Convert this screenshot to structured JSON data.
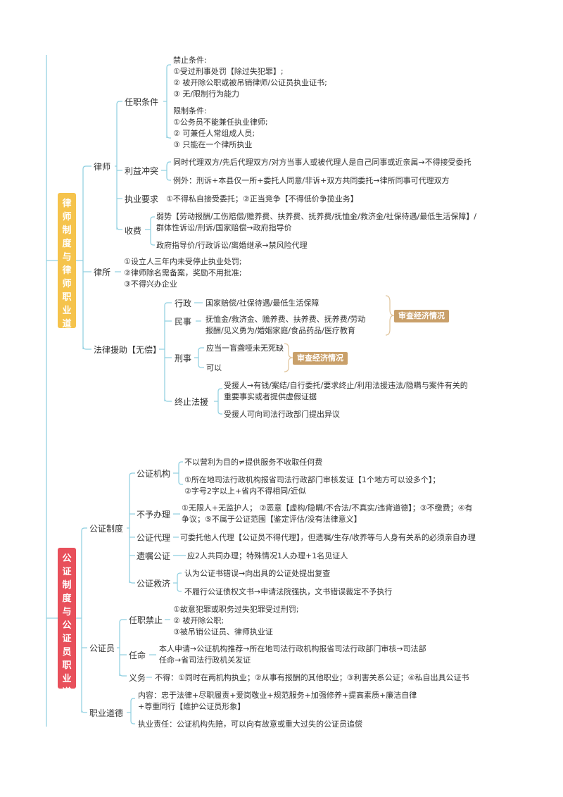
{
  "colors": {
    "line": "#8ecfe0",
    "section1_bg": "#f5c34c",
    "section2_bg": "#e8505b",
    "tag_bg": "#c9a06a",
    "brace": "#e0c39a"
  },
  "section1": {
    "title": "律师制度与律师职业道德",
    "lawyer": {
      "label": "律师",
      "qualification": {
        "label": "任职条件",
        "prohibit_title": "禁止条件:",
        "prohibit": [
          "①受过刑事处罚【除过失犯罪】;",
          "② 被开除公职或被吊销律师/公证员执业证书;",
          "③ 无/限制行为能力"
        ],
        "limit_title": "限制条件:",
        "limit": [
          "①公务员不能兼任执业律师;",
          "② 可兼任人常组成人员;",
          "③ 只能在一个律所执业"
        ]
      },
      "conflict": {
        "label": "利益冲突",
        "items": [
          "同时代理双方/先后代理双方/对方当事人或被代理人是自己同事或近亲属→不得接受委托",
          "例外：刑诉+本县仅一所+委托人同意/非诉+双方共同委托→律所同事可代理双方"
        ]
      },
      "practice": {
        "label": "执业要求",
        "text": "①不得私自接受委托；②正当竞争【不得低价争揽业务】"
      },
      "fee": {
        "label": "收费",
        "items": [
          "弱势【劳动报酬/工伤赔偿/赡养费、扶养费、抚养费/抚恤金/救济金/社保待遇/最低生活保障】/",
          "群体性诉讼/刑诉/国家赔偿→政府指导价",
          "政府指导价/行政诉讼/离婚继承→禁风险代理"
        ]
      }
    },
    "firm": {
      "label": "律所",
      "items": [
        "①设立人三年内未受停止执业处罚;",
        "②律师除名需备案，奖励不用批准;",
        "③不得兴办企业"
      ]
    },
    "aid": {
      "label": "法律援助【无偿】",
      "admin": {
        "label": "行政",
        "text": "国家赔偿/社保待遇/最低生活保障"
      },
      "civil": {
        "label": "民事",
        "lines": [
          "抚恤金/救济金、赡养费、扶养费、抚养费/劳动",
          "报酬/见义勇为/婚姻家庭/食品药品/医疗教育"
        ]
      },
      "tag1": "审查经济情况",
      "criminal": {
        "label": "刑事",
        "items": [
          "应当一盲聋哑未无死缺",
          "可以"
        ]
      },
      "tag2": "审查经济情况",
      "terminate": {
        "label": "终止法援",
        "lines": [
          "受援人→有钱/案结/自行委托/要求终止/利用法援违法/隐瞒与案件有关的",
          "重要事实或者提供虚假证据"
        ],
        "appeal": "受援人可向司法行政部门提出异议"
      }
    }
  },
  "section2": {
    "title": "公证制度与公证员职业道德",
    "system": {
      "label": "公证制度",
      "agency": {
        "label": "公证机构",
        "items": [
          "不以营利为目的≠提供服务不收取任何费",
          "①所在地司法行政机构报省司法行政部门审核发证【1个地方可以设多个】；",
          "②字号2字以上+省内不得相同/近似"
        ]
      },
      "refuse": {
        "label": "不予办理",
        "lines": [
          "①无限人+无监护人； ②恶意【虚构/隐瞒/不合法/不真实/违背道德】；③不缴费；④有",
          "争议；⑤不属于公证范围【鉴定评估/没有法律意义】"
        ]
      },
      "agent": {
        "label": "公证代理",
        "text": "可委托他人代理【公证员不得代理】，但遗嘱/生存/收养等与人身有关系的必须亲自办理"
      },
      "will": {
        "label": "遗嘱公证",
        "text": "应2人共同办理；特殊情况1人办理+1名见证人"
      },
      "remedy": {
        "label": "公证救济",
        "items": [
          "认为公证书错误→向出具的公证处提出复查",
          "不履行公证债权文书→申请法院强执，文书错误裁定不予执行"
        ]
      }
    },
    "notary": {
      "label": "公证员",
      "ban": {
        "label": "任职禁止",
        "items": [
          "①故意犯罪或职务过失犯罪受过刑罚;",
          "② 被开除公职;",
          "③被吊销公证员、律师执业证"
        ]
      },
      "appoint": {
        "label": "任命",
        "lines": [
          "本人申请→公证机构推荐→所在地司法行政机构报省司法行政部门审核→司法部",
          "任命→省司法行政机关发证"
        ]
      },
      "duty": {
        "label": "义务",
        "text": "不得：①同时在两机构执业；②从事有报酬的其他职业；③利害关系公证；④私自出具公证书"
      }
    },
    "ethics": {
      "label": "职业道德",
      "content": [
        "内容：忠于法律+尽职履责+爱岗敬业+规范服务+加强修养+提高素质+廉洁自律",
        "+尊重同行【维护公证员形象】"
      ],
      "resp": "执业责任：公证机构先赔，可以向有故意或重大过失的公证员追偿"
    }
  }
}
